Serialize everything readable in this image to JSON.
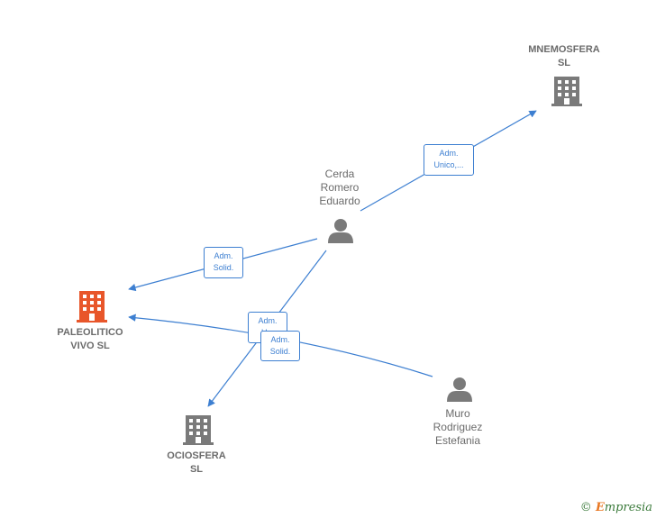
{
  "nodes": {
    "paleolitico": {
      "label": "PALEOLITICO\nVIVO  SL",
      "type": "company",
      "icon": "building-icon",
      "color": "#e8562a"
    },
    "mnemosfera": {
      "label": "MNEMOSFERA\nSL",
      "type": "company",
      "icon": "building-icon",
      "color": "#7a7a7a"
    },
    "ociosfera": {
      "label": "OCIOSFERA\nSL",
      "type": "company",
      "icon": "building-icon",
      "color": "#7a7a7a"
    },
    "cerda": {
      "label": "Cerda\nRomero\nEduardo",
      "type": "person",
      "icon": "person-icon",
      "color": "#7a7a7a"
    },
    "muro": {
      "label": "Muro\nRodriguez\nEstefania",
      "type": "person",
      "icon": "person-icon",
      "color": "#7a7a7a"
    }
  },
  "edges": [
    {
      "from": "cerda",
      "to": "mnemosfera",
      "label": "Adm.\nUnico,..."
    },
    {
      "from": "cerda",
      "to": "paleolitico",
      "label": "Adm.\nSolid."
    },
    {
      "from": "cerda",
      "to": "ociosfera",
      "label": "Adm.\nU..."
    },
    {
      "from": "muro",
      "to": "paleolitico",
      "label": "Adm.\nSolid."
    }
  ],
  "colors": {
    "edge": "#3d7fd1",
    "node_text": "#6b6b6b"
  },
  "footer": {
    "copyright_symbol": "©",
    "brand_first": "E",
    "brand_rest": "mpresia"
  }
}
